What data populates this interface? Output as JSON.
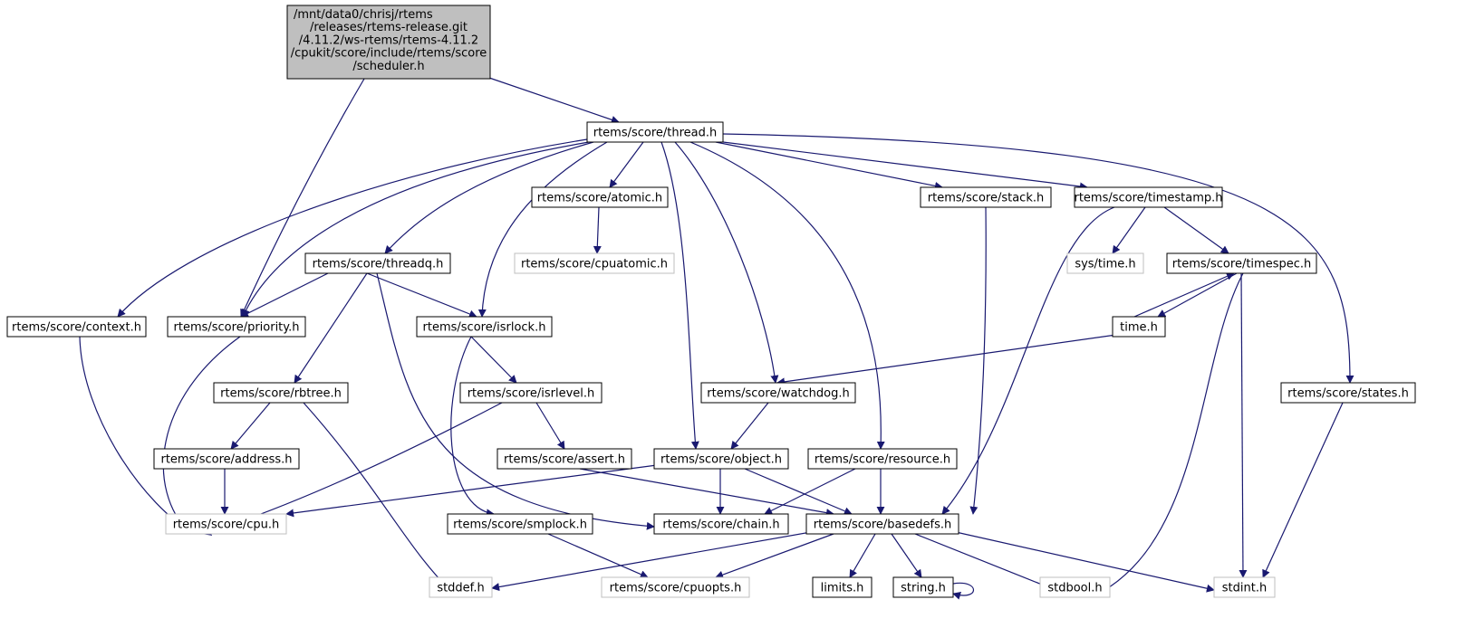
{
  "diagram": {
    "root": {
      "id": "scheduler",
      "lines": [
        "/mnt/data0/chrisj/rtems",
        "/releases/rtems-release.git",
        "/4.11.2/ws-rtems/rtems-4.11.2",
        "/cpukit/score/include/rtems/score",
        "/scheduler.h"
      ],
      "fill": "#bfbfbf",
      "stroke": "#000000"
    },
    "nodes": [
      {
        "id": "thread",
        "label": "rtems/score/thread.h",
        "style": "documented"
      },
      {
        "id": "atomic",
        "label": "rtems/score/atomic.h",
        "style": "documented"
      },
      {
        "id": "cpuatomic",
        "label": "rtems/score/cpuatomic.h",
        "style": "external"
      },
      {
        "id": "stack",
        "label": "rtems/score/stack.h",
        "style": "documented"
      },
      {
        "id": "timestamp",
        "label": "rtems/score/timestamp.h",
        "style": "documented"
      },
      {
        "id": "systime",
        "label": "sys/time.h",
        "style": "external"
      },
      {
        "id": "timespec",
        "label": "rtems/score/timespec.h",
        "style": "documented"
      },
      {
        "id": "timeh",
        "label": "time.h",
        "style": "documented"
      },
      {
        "id": "threadq",
        "label": "rtems/score/threadq.h",
        "style": "documented"
      },
      {
        "id": "context",
        "label": "rtems/score/context.h",
        "style": "documented"
      },
      {
        "id": "priority",
        "label": "rtems/score/priority.h",
        "style": "documented"
      },
      {
        "id": "isrlock",
        "label": "rtems/score/isrlock.h",
        "style": "documented"
      },
      {
        "id": "rbtree",
        "label": "rtems/score/rbtree.h",
        "style": "documented"
      },
      {
        "id": "isrlevel",
        "label": "rtems/score/isrlevel.h",
        "style": "documented"
      },
      {
        "id": "watchdog",
        "label": "rtems/score/watchdog.h",
        "style": "documented"
      },
      {
        "id": "states",
        "label": "rtems/score/states.h",
        "style": "documented"
      },
      {
        "id": "address",
        "label": "rtems/score/address.h",
        "style": "documented"
      },
      {
        "id": "assert",
        "label": "rtems/score/assert.h",
        "style": "documented"
      },
      {
        "id": "object",
        "label": "rtems/score/object.h",
        "style": "documented"
      },
      {
        "id": "resource",
        "label": "rtems/score/resource.h",
        "style": "documented"
      },
      {
        "id": "cpu",
        "label": "rtems/score/cpu.h",
        "style": "external"
      },
      {
        "id": "smplock",
        "label": "rtems/score/smplock.h",
        "style": "documented"
      },
      {
        "id": "chain",
        "label": "rtems/score/chain.h",
        "style": "documented"
      },
      {
        "id": "basedefs",
        "label": "rtems/score/basedefs.h",
        "style": "documented"
      },
      {
        "id": "stddef",
        "label": "stddef.h",
        "style": "external"
      },
      {
        "id": "cpuopts",
        "label": "rtems/score/cpuopts.h",
        "style": "external"
      },
      {
        "id": "limits",
        "label": "limits.h",
        "style": "documented"
      },
      {
        "id": "string",
        "label": "string.h",
        "style": "documented"
      },
      {
        "id": "stdbool",
        "label": "stdbool.h",
        "style": "external"
      },
      {
        "id": "stdint",
        "label": "stdint.h",
        "style": "external"
      }
    ],
    "edges": [
      {
        "from": "scheduler",
        "to": "thread"
      },
      {
        "from": "scheduler",
        "to": "priority"
      },
      {
        "from": "thread",
        "to": "atomic"
      },
      {
        "from": "thread",
        "to": "stack"
      },
      {
        "from": "thread",
        "to": "timestamp"
      },
      {
        "from": "thread",
        "to": "states"
      },
      {
        "from": "thread",
        "to": "context"
      },
      {
        "from": "thread",
        "to": "priority"
      },
      {
        "from": "thread",
        "to": "threadq"
      },
      {
        "from": "thread",
        "to": "isrlock"
      },
      {
        "from": "thread",
        "to": "object"
      },
      {
        "from": "thread",
        "to": "watchdog"
      },
      {
        "from": "thread",
        "to": "resource"
      },
      {
        "from": "atomic",
        "to": "cpuatomic"
      },
      {
        "from": "stack",
        "to": "basedefs"
      },
      {
        "from": "timestamp",
        "to": "systime"
      },
      {
        "from": "timestamp",
        "to": "timespec"
      },
      {
        "from": "timestamp",
        "to": "basedefs"
      },
      {
        "from": "timespec",
        "to": "timeh"
      },
      {
        "from": "timespec",
        "to": "stdbool"
      },
      {
        "from": "timespec",
        "to": "stdint"
      },
      {
        "from": "timeh",
        "to": "timespec"
      },
      {
        "from": "timeh",
        "to": "watchdog"
      },
      {
        "from": "threadq",
        "to": "priority"
      },
      {
        "from": "threadq",
        "to": "isrlock"
      },
      {
        "from": "threadq",
        "to": "rbtree"
      },
      {
        "from": "threadq",
        "to": "chain"
      },
      {
        "from": "context",
        "to": "cpu"
      },
      {
        "from": "priority",
        "to": "cpu"
      },
      {
        "from": "isrlock",
        "to": "isrlevel"
      },
      {
        "from": "isrlock",
        "to": "smplock"
      },
      {
        "from": "rbtree",
        "to": "address"
      },
      {
        "from": "rbtree",
        "to": "stddef"
      },
      {
        "from": "isrlevel",
        "to": "assert"
      },
      {
        "from": "isrlevel",
        "to": "cpu"
      },
      {
        "from": "watchdog",
        "to": "object"
      },
      {
        "from": "states",
        "to": "stdint"
      },
      {
        "from": "address",
        "to": "cpu"
      },
      {
        "from": "assert",
        "to": "basedefs"
      },
      {
        "from": "object",
        "to": "cpu"
      },
      {
        "from": "object",
        "to": "chain"
      },
      {
        "from": "object",
        "to": "basedefs"
      },
      {
        "from": "resource",
        "to": "chain"
      },
      {
        "from": "resource",
        "to": "basedefs"
      },
      {
        "from": "smplock",
        "to": "cpuopts"
      },
      {
        "from": "basedefs",
        "to": "stddef"
      },
      {
        "from": "basedefs",
        "to": "cpuopts"
      },
      {
        "from": "basedefs",
        "to": "limits"
      },
      {
        "from": "basedefs",
        "to": "string"
      },
      {
        "from": "basedefs",
        "to": "stdbool"
      },
      {
        "from": "basedefs",
        "to": "stdint"
      },
      {
        "from": "string",
        "to": "string"
      }
    ],
    "colors": {
      "edge": "#191970",
      "documented_border": "#000000",
      "external_border": "#bfbfbf",
      "node_fill": "#ffffff",
      "text": "#000000"
    }
  }
}
